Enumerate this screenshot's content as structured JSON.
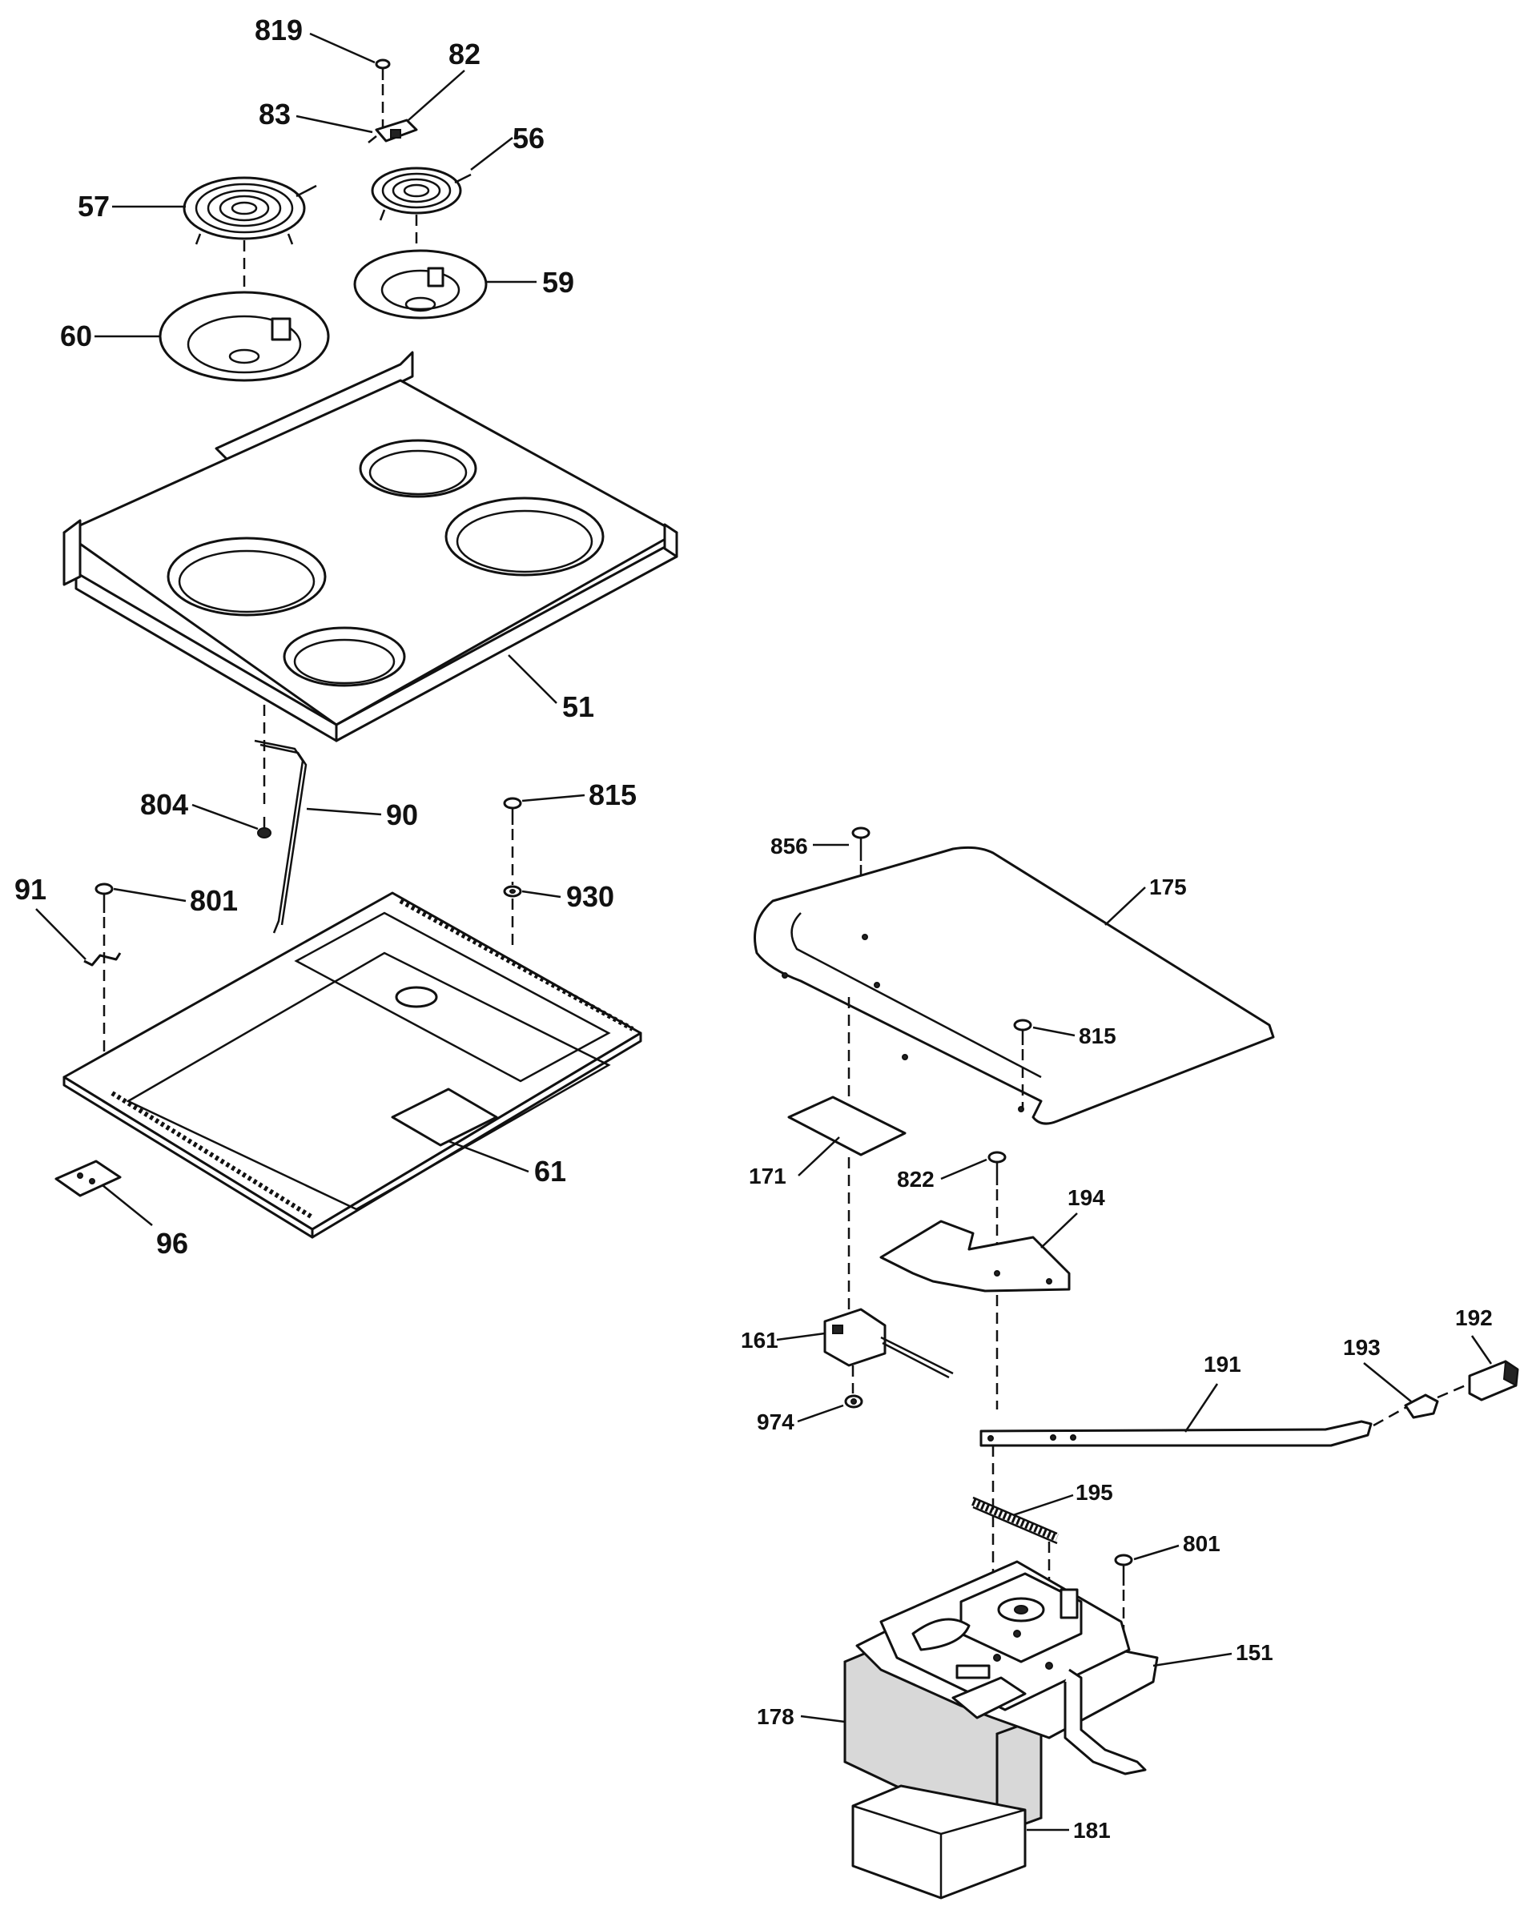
{
  "diagram": {
    "part_labels": {
      "p819": "819",
      "p82": "82",
      "p83": "83",
      "p56": "56",
      "p57": "57",
      "p59": "59",
      "p60": "60",
      "p51": "51",
      "p804": "804",
      "p90": "90",
      "p815a": "815",
      "p930": "930",
      "p91": "91",
      "p801a": "801",
      "p61": "61",
      "p96": "96",
      "p856": "856",
      "p175": "175",
      "p815b": "815",
      "p171": "171",
      "p822": "822",
      "p194": "194",
      "p161": "161",
      "p974": "974",
      "p191": "191",
      "p193": "193",
      "p192": "192",
      "p195": "195",
      "p801b": "801",
      "p151": "151",
      "p178": "178",
      "p181": "181"
    }
  }
}
